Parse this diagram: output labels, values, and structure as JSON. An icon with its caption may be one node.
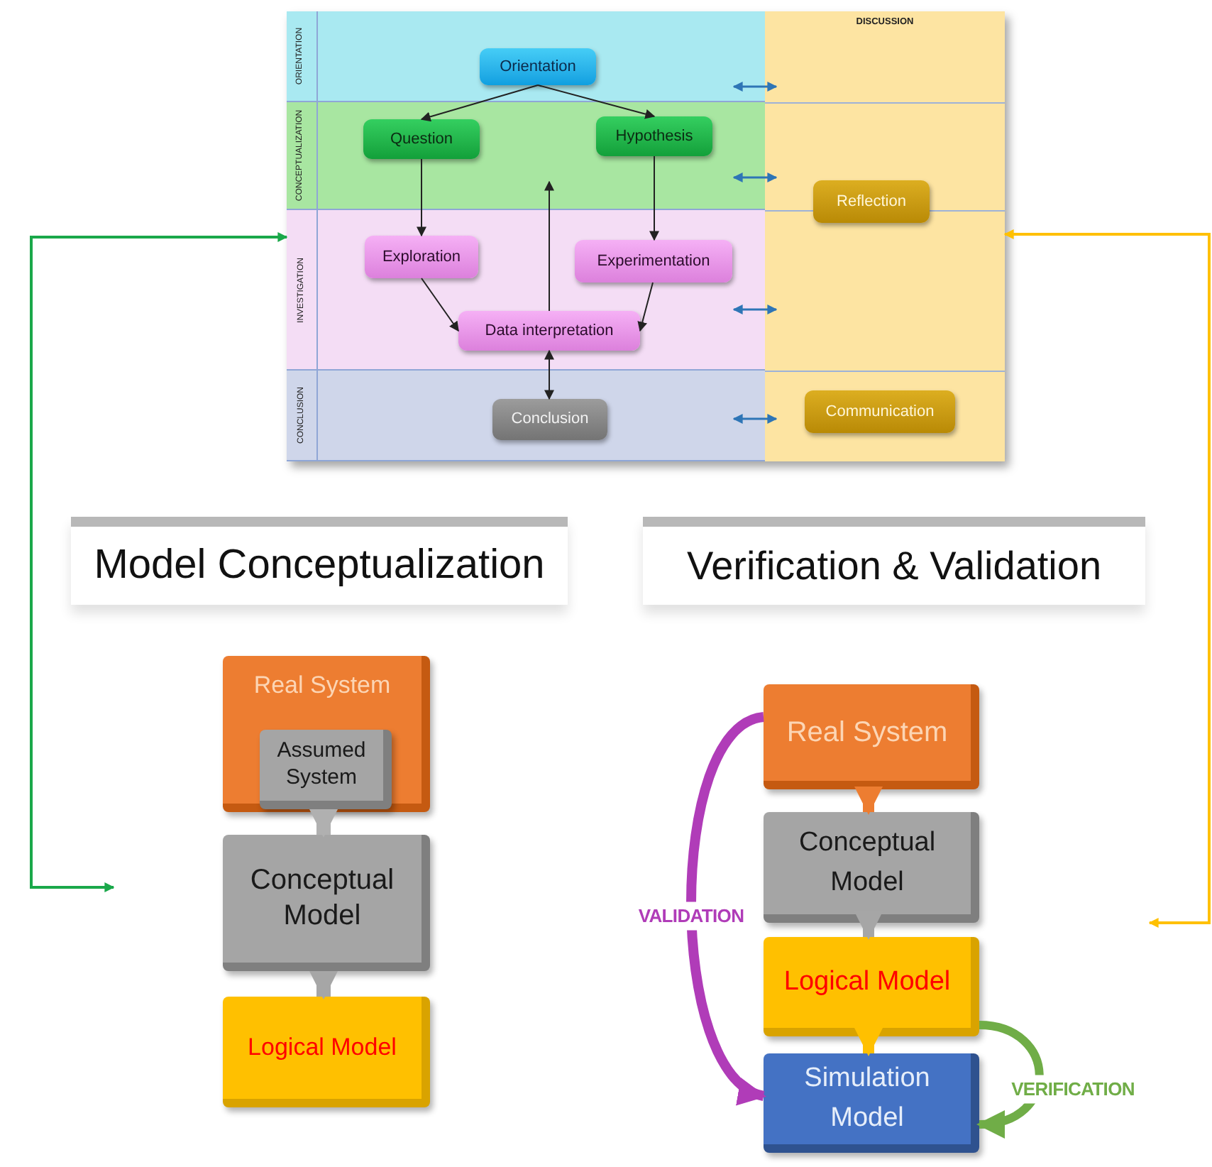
{
  "diagram": {
    "nodes": [
      {
        "text": [
          "ORIENTATION"
        ]
      },
      {
        "text": [
          "CONCEPTUALIZATION"
        ]
      },
      {
        "text": [
          "INVESTIGATION"
        ]
      },
      {
        "text": [
          "CONCLUSION"
        ]
      },
      {
        "text": [
          "DISCUSSION"
        ]
      },
      {
        "text": [
          "Orientation"
        ],
        "in": 0
      },
      {
        "text": [
          "Question"
        ],
        "in": 1
      },
      {
        "text": [
          "Hypothesis"
        ],
        "in": 1
      },
      {
        "text": [
          "Exploration"
        ],
        "in": 2
      },
      {
        "text": [
          "Experimentation"
        ],
        "in": 2
      },
      {
        "text": [
          "Data interpretation"
        ],
        "in": 2
      },
      {
        "text": [
          "Conclusion"
        ],
        "in": 3
      },
      {
        "text": [
          "Reflection"
        ],
        "in": 4
      },
      {
        "text": [
          "Communication"
        ],
        "in": 4
      },
      {
        "text": [
          "Real System"
        ]
      },
      {
        "text": [
          "Assumed System"
        ],
        "in": 14
      },
      {
        "text": [
          "Conceptual Model"
        ]
      },
      {
        "text": [
          "Logical Model"
        ]
      },
      {
        "text": [
          "Real System"
        ]
      },
      {
        "text": [
          "Conceptual Model"
        ]
      },
      {
        "text": [
          "Logical Model"
        ]
      },
      {
        "text": [
          "Simulation Model"
        ]
      }
    ],
    "edges": [
      {
        "from": 5,
        "to": 6,
        "arrow": "to"
      },
      {
        "from": 5,
        "to": 7,
        "arrow": "to"
      },
      {
        "from": 6,
        "to": 8,
        "arrow": "to"
      },
      {
        "from": 7,
        "to": 9,
        "arrow": "to"
      },
      {
        "from": 8,
        "to": 10,
        "arrow": "to"
      },
      {
        "from": 9,
        "to": 10,
        "arrow": "to"
      },
      {
        "from": 10,
        "to": 1,
        "arrow": "to"
      },
      {
        "from": 10,
        "to": 11,
        "arrow": "both"
      },
      {
        "from": 0,
        "to": 4,
        "arrow": "both",
        "color": "#2e75b6"
      },
      {
        "from": 1,
        "to": 4,
        "arrow": "both",
        "color": "#2e75b6"
      },
      {
        "from": 2,
        "to": 4,
        "arrow": "both",
        "color": "#2e75b6"
      },
      {
        "from": 3,
        "to": 4,
        "arrow": "both",
        "color": "#2e75b6"
      },
      {
        "from": null,
        "to": 2,
        "arrow": "both",
        "color": "#1aa84a"
      },
      {
        "from": null,
        "to": 4,
        "arrow": "both",
        "color": "#ffc000"
      },
      {
        "from": 15,
        "to": 16,
        "arrow": "to",
        "style": "thick",
        "color": "#b0b0b0"
      },
      {
        "from": 16,
        "to": 17,
        "arrow": "to",
        "style": "thick",
        "color": "#a6a6a6"
      },
      {
        "from": 18,
        "to": 19,
        "arrow": "to",
        "style": "thick",
        "color": "#ed7d31"
      },
      {
        "from": 19,
        "to": 20,
        "arrow": "to",
        "style": "thick",
        "color": "#a6a6a6"
      },
      {
        "from": 20,
        "to": 21,
        "arrow": "to",
        "style": "thick",
        "color": "#ffc000"
      },
      {
        "from": 18,
        "to": 21,
        "arrow": "to",
        "label": "VALIDATION",
        "style": "thick",
        "color": "#b03cb8"
      },
      {
        "from": 20,
        "to": 21,
        "arrow": "to",
        "label": "VERIFICATION",
        "style": "thick",
        "color": "#70ad47"
      }
    ],
    "labels": [
      "Model Conceptualization",
      "Verification & Validation"
    ]
  }
}
